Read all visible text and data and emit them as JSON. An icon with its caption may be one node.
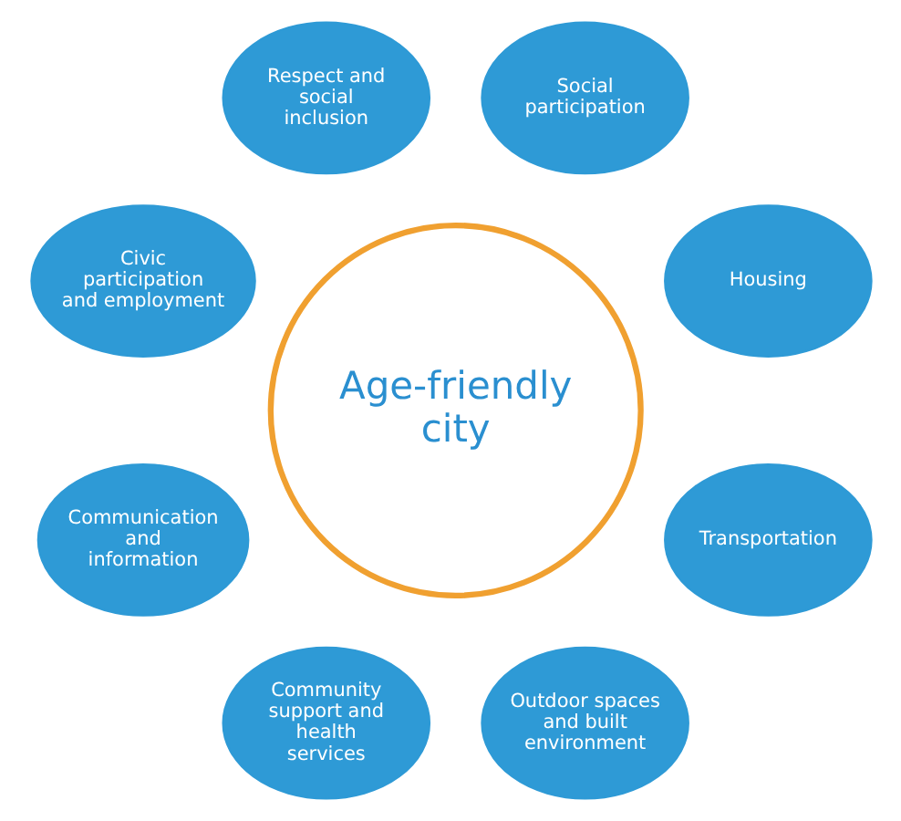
{
  "diagram": {
    "nodes": [
      {
        "text": [
          "Age-friendly city"
        ]
      },
      {
        "text": [
          "Housing"
        ]
      },
      {
        "text": [
          "Social participation"
        ]
      },
      {
        "text": [
          "Respect and social inclusion"
        ]
      },
      {
        "text": [
          "Civic participation and employment"
        ]
      },
      {
        "text": [
          "Communication and information"
        ]
      },
      {
        "text": [
          "Community support and health services"
        ]
      },
      {
        "text": [
          "Outdoor spaces and built environment"
        ]
      },
      {
        "text": [
          "Transportation"
        ]
      }
    ],
    "edges": []
  }
}
